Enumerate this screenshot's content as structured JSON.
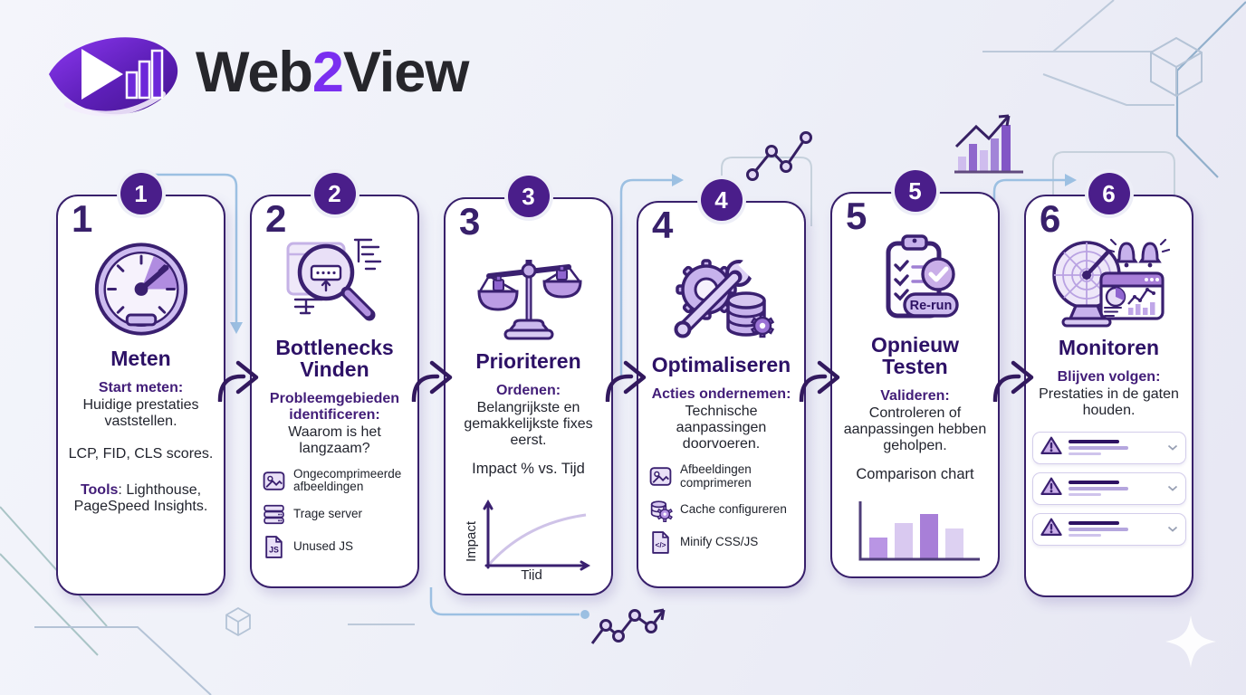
{
  "logo": {
    "web": "Web",
    "two": "2",
    "view": "View"
  },
  "steps": [
    {
      "number": "1",
      "title": "Meten",
      "lead": "Start meten:",
      "body": "Huidige prestaties vaststellen.",
      "body2": "LCP, FID, CLS scores.",
      "tools_label": "Tools",
      "tools_text": ": Lighthouse, PageSpeed Insights."
    },
    {
      "number": "2",
      "title": "Bottlenecks Vinden",
      "lead": "Probleemgebieden identificeren:",
      "body": "Waarom is het langzaam?",
      "items": [
        {
          "icon": "image-icon",
          "label": "Ongecomprimeerde afbeeldingen"
        },
        {
          "icon": "server-icon",
          "label": "Trage server"
        },
        {
          "icon": "js-file-icon",
          "label": "Unused JS"
        }
      ]
    },
    {
      "number": "3",
      "title": "Prioriteren",
      "lead": "Ordenen:",
      "body": "Belangrijkste en gemakkelijkste fixes eerst.",
      "chart_caption": "Impact % vs. Tijd",
      "chart_ylabel": "Impact",
      "chart_xlabel": "Tijd"
    },
    {
      "number": "4",
      "title": "Optimaliseren",
      "lead": "Acties ondernemen:",
      "body": "Technische aanpassingen doorvoeren.",
      "items": [
        {
          "icon": "image-icon",
          "label": "Afbeeldingen comprimeren"
        },
        {
          "icon": "database-gear-icon",
          "label": "Cache configureren"
        },
        {
          "icon": "code-file-icon",
          "label": "Minify CSS/JS"
        }
      ]
    },
    {
      "number": "5",
      "title": "Opnieuw Testen",
      "lead": "Valideren:",
      "body": "Controleren of aanpassingen hebben geholpen.",
      "chart_caption": "Comparison chart",
      "icon_badge": "Re-run"
    },
    {
      "number": "6",
      "title": "Monitoren",
      "lead": "Blijven volgen:",
      "body": "Prestaties in de gaten houden."
    }
  ],
  "icon_glyphs": {
    "js": "JS",
    "code": "</>"
  },
  "colors": {
    "accent": "#7a2ff0",
    "deep_purple": "#38206b",
    "badge_bg": "#4a1e8a",
    "icon_light_purple": "#c7b2ec",
    "arrow_blue": "#9cc0e2",
    "circuit_line": "#b4c3d6"
  }
}
